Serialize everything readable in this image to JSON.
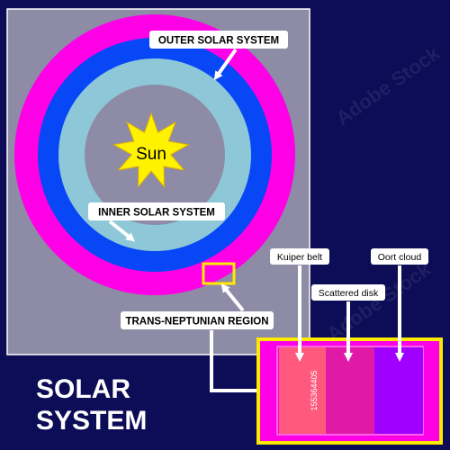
{
  "labels": {
    "outer": "OUTER SOLAR SYSTEM",
    "inner": "INNER SOLAR SYSTEM",
    "sun": "Sun",
    "trans_neptunian": "TRANS-NEPTUNIAN REGION",
    "kuiper": "Kuiper belt",
    "scattered": "Scattered disk",
    "oort": "Oort cloud"
  },
  "title": {
    "line1": "SOLAR",
    "line2": "SYSTEM"
  },
  "stock_id": "155364405",
  "watermark": "Adobe Stock",
  "colors": {
    "background": "#0c0c57",
    "panel": "#8d8ba6",
    "ring_outer": "#ff00e6",
    "ring_middle": "#0747f5",
    "ring_inner": "#8ec7d8",
    "sun": "#fff200",
    "highlight": "#ffea00",
    "kuiper": "#ff5a7e",
    "scattered": "#e01aa6",
    "oort": "#a000ff",
    "legend_bg": "#ff00e6"
  }
}
